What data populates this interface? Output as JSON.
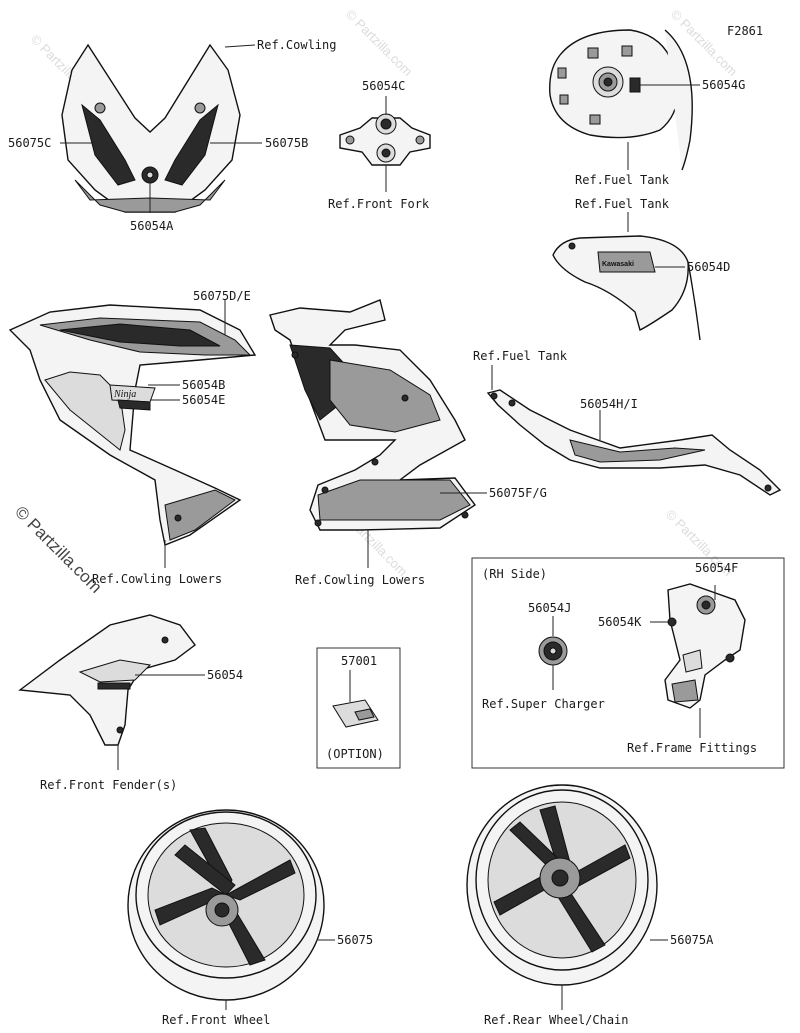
{
  "diagram_code": "F2861",
  "watermark": "© Partzilla.com",
  "labels": {
    "ref_cowling": "Ref.Cowling",
    "p56075C": "56075C",
    "p56075B": "56075B",
    "p56054A": "56054A",
    "p56054C": "56054C",
    "ref_front_fork": "Ref.Front Fork",
    "p56054G": "56054G",
    "ref_fuel_tank_1": "Ref.Fuel Tank",
    "ref_fuel_tank_2": "Ref.Fuel Tank",
    "p56054D": "56054D",
    "p56075DE": "56075D/E",
    "p56054B": "56054B",
    "p56054E": "56054E",
    "ref_cowling_lowers_1": "Ref.Cowling Lowers",
    "ref_cowling_lowers_2": "Ref.Cowling Lowers",
    "p56075FG": "56075F/G",
    "ref_fuel_tank_3": "Ref.Fuel Tank",
    "p56054HI": "56054H/I",
    "rh_side": "(RH Side)",
    "p56054F": "56054F",
    "p56054J": "56054J",
    "p56054K": "56054K",
    "ref_super_charger": "Ref.Super Charger",
    "ref_frame_fittings": "Ref.Frame Fittings",
    "p57001": "57001",
    "option": "(OPTION)",
    "p56054": "56054",
    "ref_front_fenders": "Ref.Front Fender(s)",
    "p56075": "56075",
    "ref_front_wheel": "Ref.Front Wheel",
    "p56075A": "56075A",
    "ref_rear_wheel": "Ref.Rear Wheel/Chain"
  }
}
